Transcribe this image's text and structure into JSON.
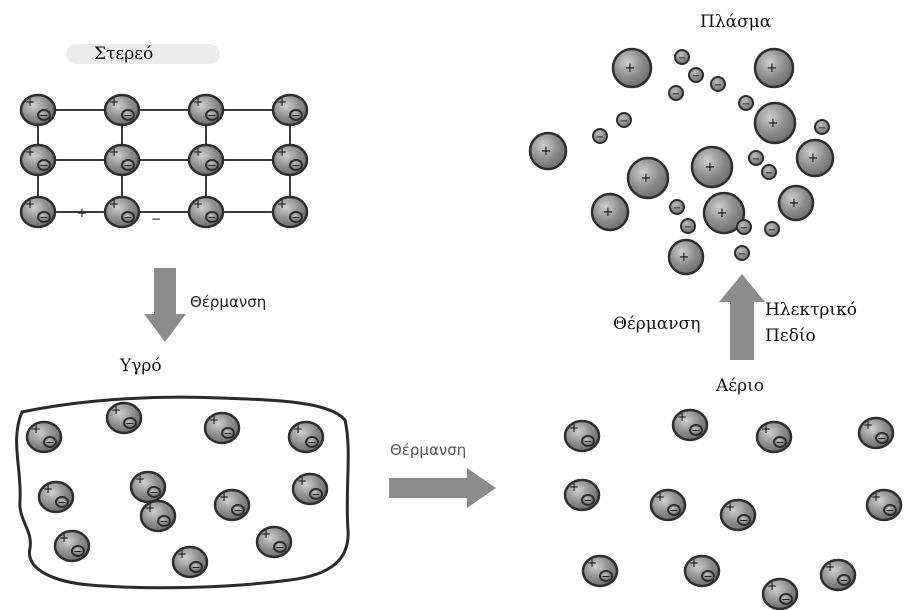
{
  "labels": {
    "solid": "Στερεό",
    "liquid": "Υγρό",
    "gas": "Αέριο",
    "plasma": "Πλάσμα",
    "heating_down": "Θέρμανση",
    "heating_right": "Θέρμανση",
    "heating_up": "Θέρμανση",
    "electric_field": "Ηλεκτρικό",
    "electric_field_2": "Πεδίο"
  },
  "symbols": {
    "plus": "+",
    "minus": "−"
  },
  "colors": {
    "ion": "#8a8a8a",
    "ion_stroke": "#2e2e2e",
    "arrow": "#8c8c8c",
    "line": "#3a3a3a"
  },
  "icons": [
    "atom-icon",
    "ion-icon",
    "electron-icon",
    "arrow-down-icon",
    "arrow-right-icon",
    "arrow-up-icon"
  ]
}
